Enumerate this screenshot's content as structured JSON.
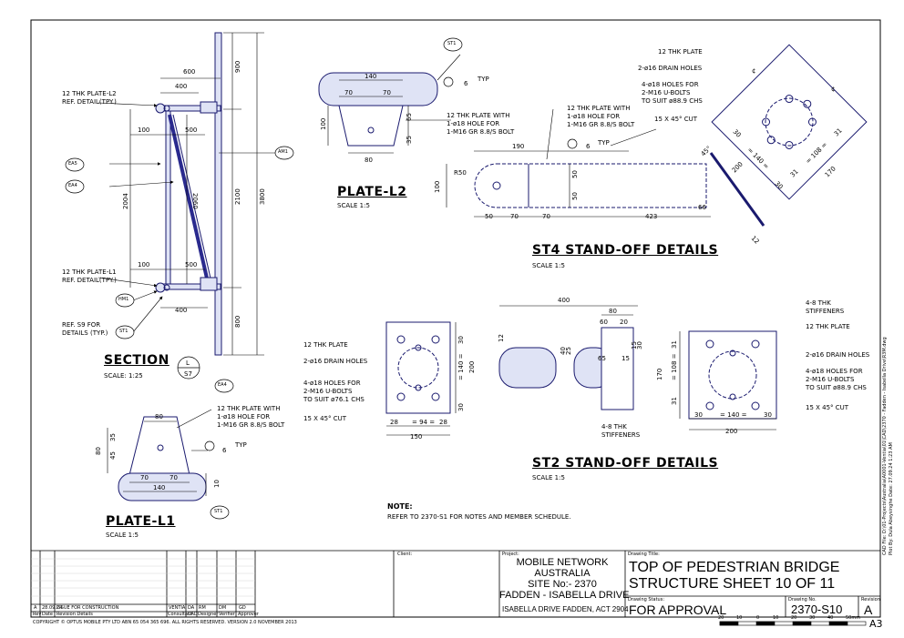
{
  "drawing": {
    "section": {
      "title": "SECTION",
      "scale": "SCALE: 1:25",
      "section_ref_letter": "L",
      "section_ref_sheet": "S7"
    },
    "plate_l2": {
      "title": "PLATE-L2",
      "scale": "SCALE 1:5"
    },
    "plate_l1": {
      "title": "PLATE-L1",
      "scale": "SCALE 1:5"
    },
    "st4": {
      "title": "ST4 STAND-OFF DETAILS",
      "scale": "SCALE 1:5"
    },
    "st2": {
      "title": "ST2 STAND-OFF DETAILS",
      "scale": "SCALE 1:5"
    },
    "tags": [
      "ST1",
      "AM1",
      "EA5",
      "EA4",
      "HM1",
      "ST1",
      "EA4",
      "ST1"
    ],
    "callouts": {
      "pl2_ref": "12 THK PLATE-L2",
      "ref_detail_typ": "REF. DETAIL(TPY.)",
      "pl1_ref": "12 THK PLATE-L1",
      "ref_detail_typ2": "REF. DETAIL(TPY.)",
      "ref_s9": "REF. S9 FOR",
      "details_typ": "DETAILS (TYP.)",
      "plate_hole_1": "12 THK PLATE WITH",
      "plate_hole_2": "1-ø18 HOLE FOR",
      "plate_hole_3": "1-M16 GR 8.8/S BOLT",
      "typ": "TYP",
      "st4_plate": "12 THK PLATE",
      "st4_drain": "2-ø16 DRAIN HOLES",
      "st4_holes_1": "4-ø18 HOLES FOR",
      "st4_holes_2": "2-M16 U-BOLTS",
      "st4_holes_3": "TO SUIT ø88.9 CHS",
      "st4_cut": "15 X 45° CUT",
      "st2_plate": "12 THK PLATE",
      "st2_drain": "2-ø16 DRAIN HOLES",
      "st2_holes_1": "4-ø18 HOLES FOR",
      "st2_holes_2": "2-M16 U-BOLTS",
      "st2_holes_3": "TO SUIT ø76.1 CHS",
      "st2_cut": "15 X 45° CUT",
      "st2_stiff": "4-8 THK",
      "st2_stiff2": "STIFFENERS",
      "st2r_stiff": "4-8 THK",
      "st2r_stiff2": "STIFFENERS",
      "st2r_plate": "12 THK PLATE",
      "st2r_drain": "2-ø16 DRAIN HOLES",
      "st2r_holes_1": "4-ø18 HOLES FOR",
      "st2r_holes_2": "2-M16 U-BOLTS",
      "st2r_holes_3": "TO SUIT ø88.9 CHS",
      "st2r_cut": "15 X 45° CUT"
    },
    "note_title": "NOTE:",
    "note_text": "REFER TO 2370-S1 FOR NOTES AND MEMBER SCHEDULE."
  },
  "title_block": {
    "client_label": "Client:",
    "project_label": "Project:",
    "project_lines": [
      "MOBILE NETWORK",
      "AUSTRALIA",
      "SITE No:- 2370",
      "FADDEN - ISABELLA DRIVE"
    ],
    "address": "ISABELLA DRIVE    FADDEN, ACT 2904",
    "drawing_title_label": "Drawing Title:",
    "drawing_title_1": "TOP OF PEDESTRIAN BRIDGE",
    "drawing_title_2": "STRUCTURE SHEET 10 OF 11",
    "status_label": "Drawing Status:",
    "status": "FOR APPROVAL",
    "drawing_no_label": "Drawing No.",
    "drawing_no": "2370-S10",
    "revision_label": "Revision",
    "revision": "A",
    "rev_row": {
      "rev": "A",
      "date": "28.09.24",
      "details": "ISSUE FOR CONSTRUCTION",
      "consultant": "VENTIA",
      "cad": "DA",
      "designer": "RM",
      "verifier": "DM",
      "approver": "GD"
    },
    "rev_headers": [
      "Rev",
      "Date",
      "Revision Details",
      "Consultant",
      "CAD",
      "Designer",
      "Verifier",
      "Approver"
    ],
    "copyright": "COPYRIGHT © OPTUS MOBILE PTY LTD  ABN 65 054 365 696. ALL RIGHTS RESERVED. VERSION 2.0 NOVEMBER 2013",
    "scale_labels": [
      "20",
      "10",
      "0",
      "10",
      "20",
      "30",
      "40",
      "50mm"
    ],
    "sheet_size": "A3",
    "side_text_1": "CAD File: D:\\01-Projects\\Australia\\A0001-Ventia\\01\\CAD\\2370 - Fadden - Isabella Drive\\R3M.dwg",
    "side_text_2": "Plot By: Dula Abeysinghe  Date: 27.09.24 1:23 AM"
  }
}
